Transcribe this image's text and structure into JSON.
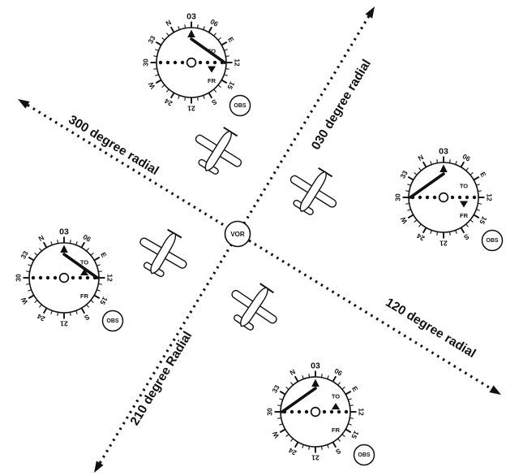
{
  "vor": {
    "label": "VOR"
  },
  "radial_labels": {
    "r300": "300 degree radial",
    "r030": "030 degree radial",
    "r120": "120 degree radial",
    "r210": "210 degree Radial"
  },
  "instrument_defaults": {
    "obs_label": "OBS",
    "to_label": "TO",
    "from_label": "FR",
    "selected_course": "03",
    "rose_labels": [
      "03",
      "06",
      "E",
      "12",
      "15",
      "S",
      "21",
      "24",
      "W",
      "30",
      "33",
      "N"
    ]
  },
  "instruments": [
    {
      "id": "north-quadrant",
      "needle_deflection": "right",
      "to_from_indication": "FROM"
    },
    {
      "id": "east-quadrant",
      "needle_deflection": "left",
      "to_from_indication": "FROM"
    },
    {
      "id": "west-quadrant",
      "needle_deflection": "right",
      "to_from_indication": "TO"
    },
    {
      "id": "south-quadrant",
      "needle_deflection": "left",
      "to_from_indication": "TO"
    }
  ],
  "aircraft": [
    "north-quadrant-aircraft",
    "east-quadrant-aircraft",
    "west-quadrant-aircraft",
    "south-quadrant-aircraft"
  ],
  "colors": {
    "ink": "#111111",
    "paper": "#ffffff"
  }
}
